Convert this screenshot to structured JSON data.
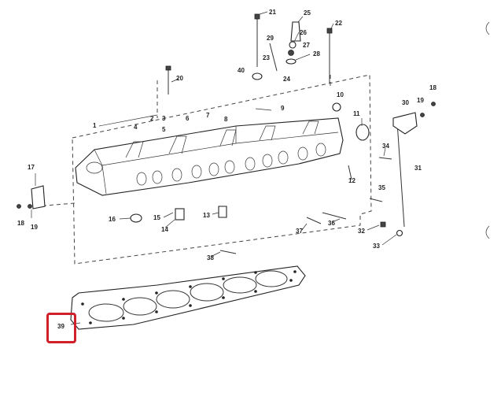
{
  "diagram": {
    "callouts": [
      "1",
      "2",
      "3",
      "4",
      "5",
      "6",
      "7",
      "8",
      "9",
      "10",
      "11",
      "12",
      "13",
      "14",
      "15",
      "16",
      "17",
      "18",
      "19",
      "20",
      "21",
      "22",
      "23",
      "24",
      "25",
      "26",
      "27",
      "28",
      "29",
      "30",
      "31",
      "32",
      "33",
      "34",
      "35",
      "36",
      "37",
      "38",
      "39",
      "40"
    ],
    "duplicate_callouts": [
      "18",
      "19"
    ],
    "highlighted_callout": "39",
    "highlight_color": "#d0202a"
  }
}
